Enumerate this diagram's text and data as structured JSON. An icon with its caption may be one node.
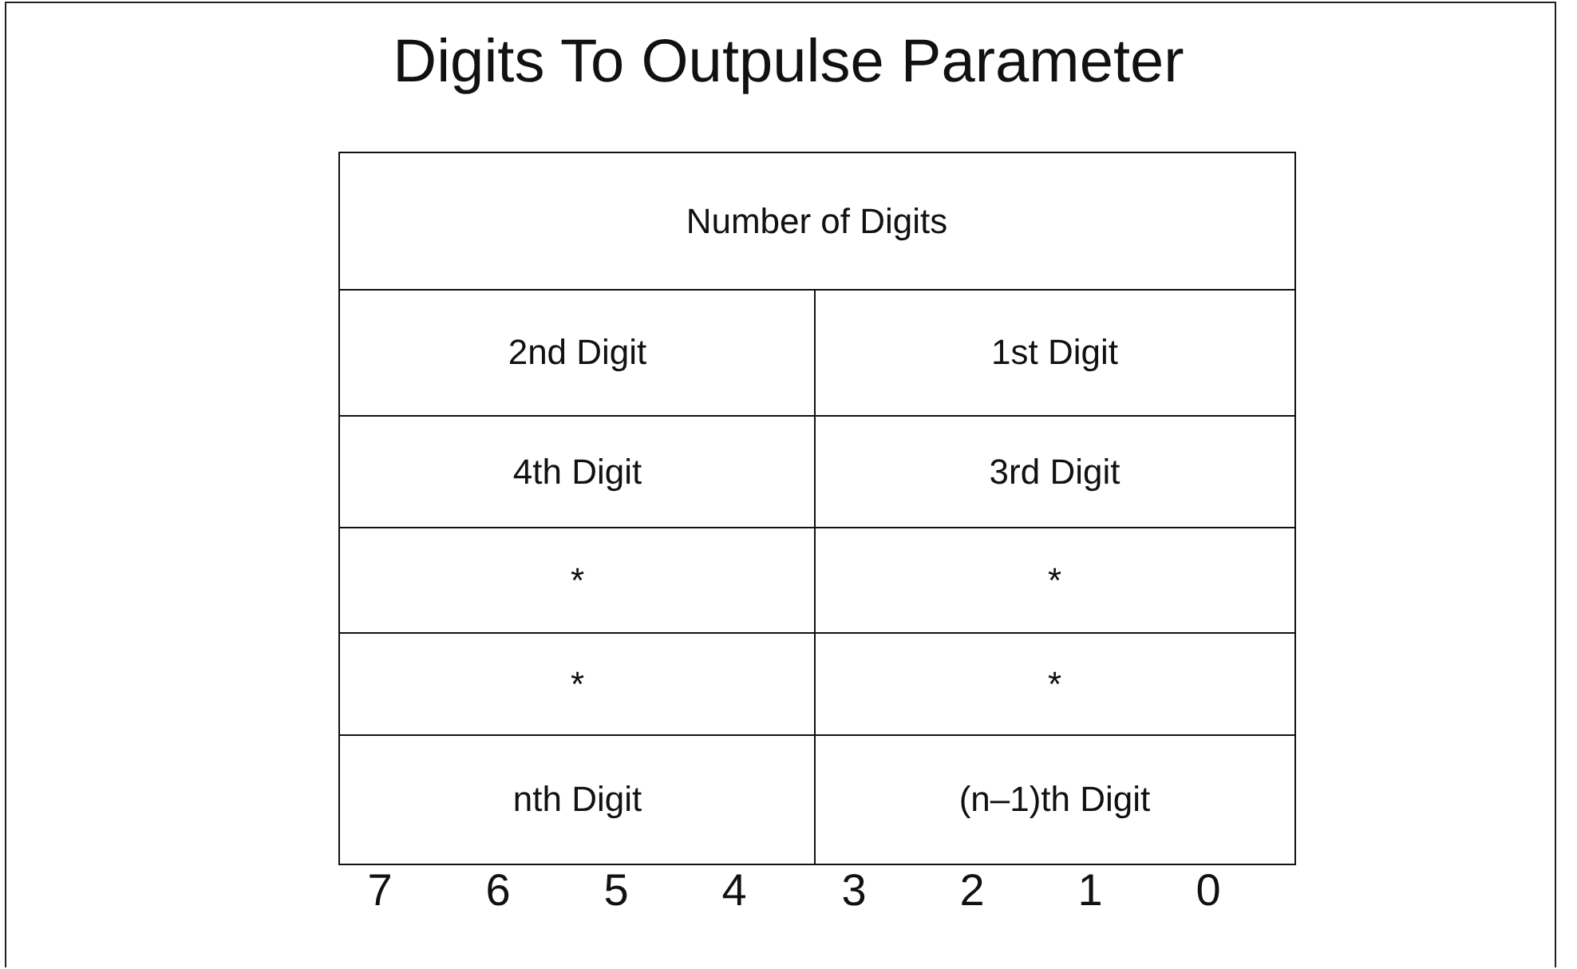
{
  "diagram": {
    "title": "Digits To Outpulse Parameter",
    "labels": [
      "Number of Digits",
      "2nd Digit",
      "1st Digit",
      "4th Digit",
      "3rd Digit",
      "*",
      "*",
      "*",
      "*",
      "nth Digit",
      "(n–1)th Digit",
      "7",
      "6",
      "5",
      "4",
      "3",
      "2",
      "1",
      "0"
    ]
  }
}
